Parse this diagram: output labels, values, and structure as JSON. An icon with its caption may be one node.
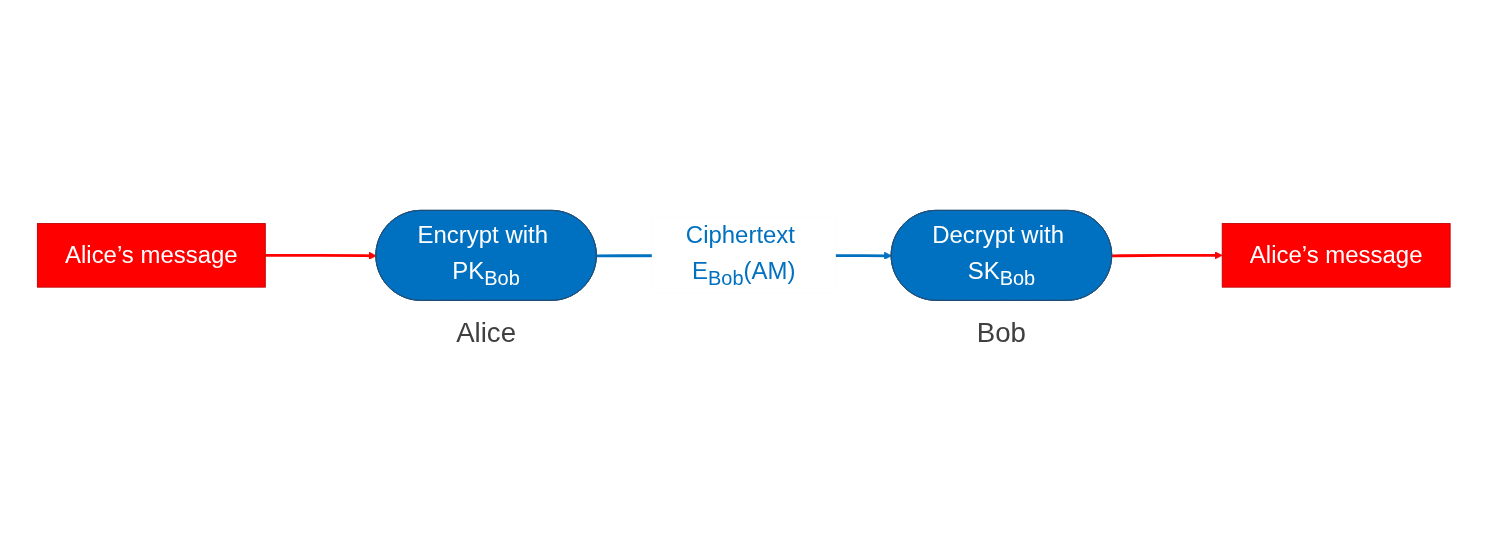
{
  "diagram": {
    "nodes": [
      {
        "text": [
          "Alice’s message"
        ]
      },
      {
        "text": [
          "Encrypt with PK$_{Bob}$"
        ],
        "beside": [
          "Alice"
        ]
      },
      {
        "text": [
          "Decrypt with SK$_{Bob}$"
        ],
        "beside": [
          "Bob"
        ]
      },
      {
        "text": [
          "Alice’s message"
        ]
      }
    ],
    "edges": [
      {
        "from": 0,
        "to": 1,
        "arrow": "to"
      },
      {
        "from": 1,
        "to": 2,
        "arrow": "to",
        "label": "Ciphertext E$_{Bob}$(AM)",
        "color": "#0070c0"
      },
      {
        "from": 2,
        "to": 3,
        "arrow": "to"
      }
    ]
  }
}
